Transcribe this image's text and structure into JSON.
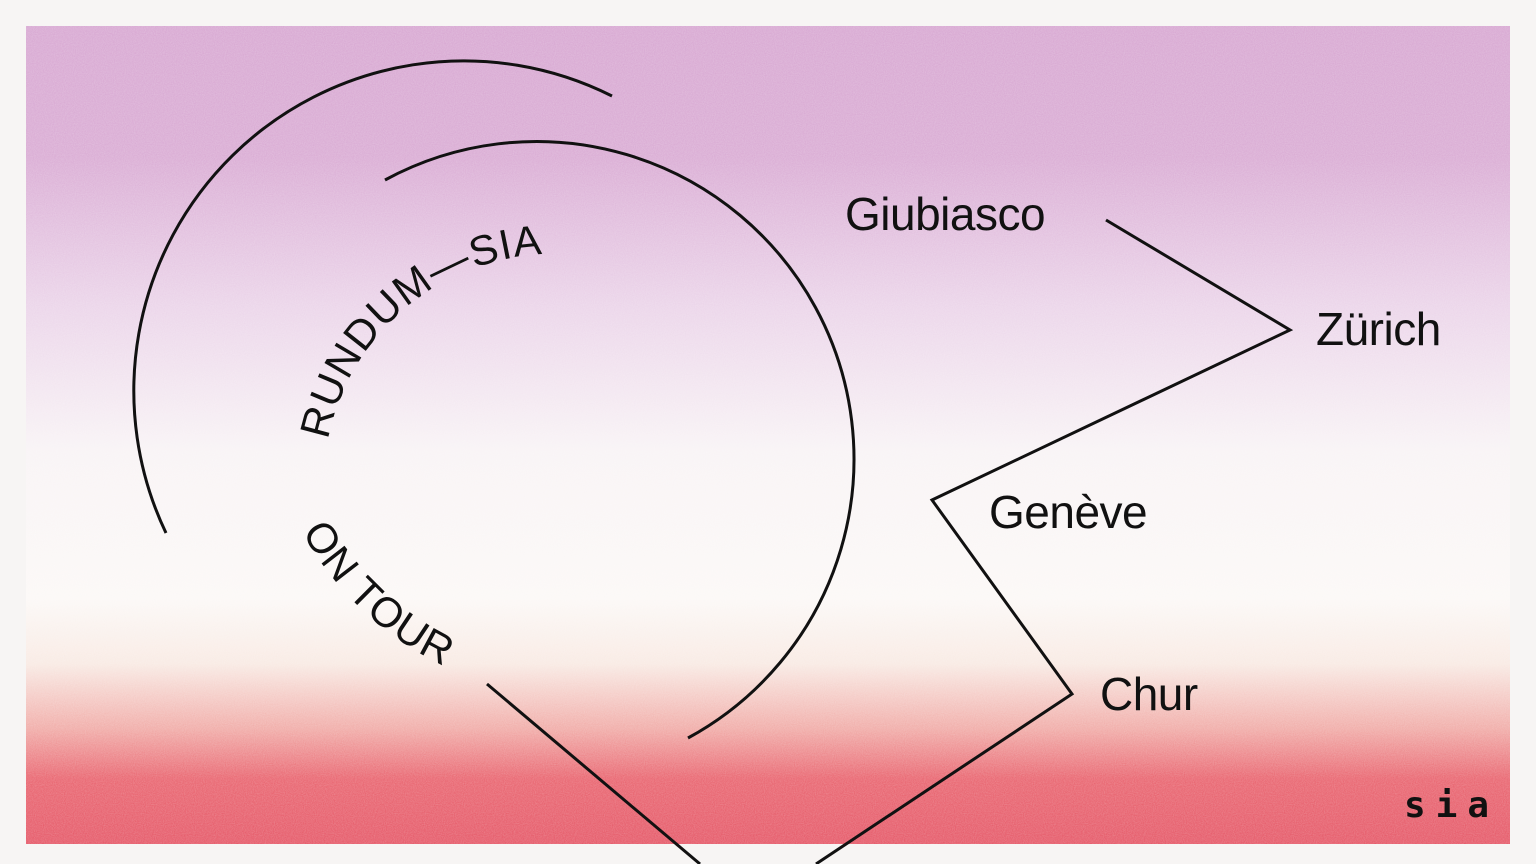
{
  "poster": {
    "tagline_top": "RUNDUM—SIA",
    "tagline_bottom": "ON TOUR",
    "brand": "sia"
  },
  "cities": [
    "Giubiasco",
    "Zürich",
    "Genève",
    "Chur"
  ],
  "colors": {
    "gradient_top": "#d8a8d2",
    "gradient_mid": "#f7f5f4",
    "gradient_bottom": "#e85a66",
    "ink": "#111111",
    "frame": "#f6f4f3"
  }
}
